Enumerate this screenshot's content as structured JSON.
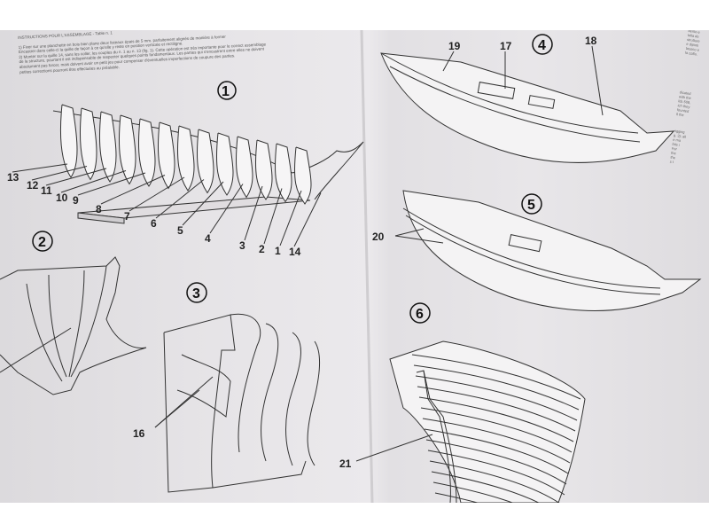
{
  "header": {
    "title": "INSTRUCTIONS POUR L'ASSEMBLAGE - Table n. 1",
    "lines": [
      "1) Fixer sur une planchette en bois bien plane deux listeaux épais de 5 mm. parfaitement alignés de manière à former",
      "Encastrer dans celle-ci la quille de façon à ce qu'elle y reste en position verticale et rectiligne.",
      "2) Monter sur la quille 14, sans les coller, les couples du n. 1 au n. 13 (fig. 1). Cette opération est très importante pour le correct assemblage",
      "de la structure, pourtant il est indispensable de respecter quelques points fondamentaux. Les parties qui s'encastrent entre elles ne doivent",
      "absolument pas forcer, mais doivent avoir un petit jeu pour compenser d'éventuelles imperfections de coupure des parties.",
      "petites corrections pourront être effectuées au préalable."
    ]
  },
  "margin_text": [
    "bento e",
    "tolla de",
    "strutture",
    "e dipinti",
    "tasono e",
    "la coffa.",
    "dicated",
    "with the",
    "lds 508,",
    "ich they",
    "founted",
    "ll the",
    "rigging",
    "g. 3); all",
    "e ma",
    "bits i",
    "For",
    "the",
    "the",
    "s t"
  ],
  "figures": {
    "fig1": {
      "number": "1",
      "parts": [
        "13",
        "12",
        "11",
        "10",
        "9",
        "8",
        "7",
        "6",
        "5",
        "4",
        "3",
        "2",
        "1",
        "14"
      ]
    },
    "fig2": {
      "number": "2"
    },
    "fig3": {
      "number": "3",
      "parts": [
        "16"
      ]
    },
    "fig4": {
      "number": "4",
      "parts": [
        "19",
        "17",
        "18"
      ]
    },
    "fig5": {
      "number": "5",
      "parts": [
        "20"
      ]
    },
    "fig6": {
      "number": "6",
      "parts": [
        "21"
      ]
    }
  }
}
